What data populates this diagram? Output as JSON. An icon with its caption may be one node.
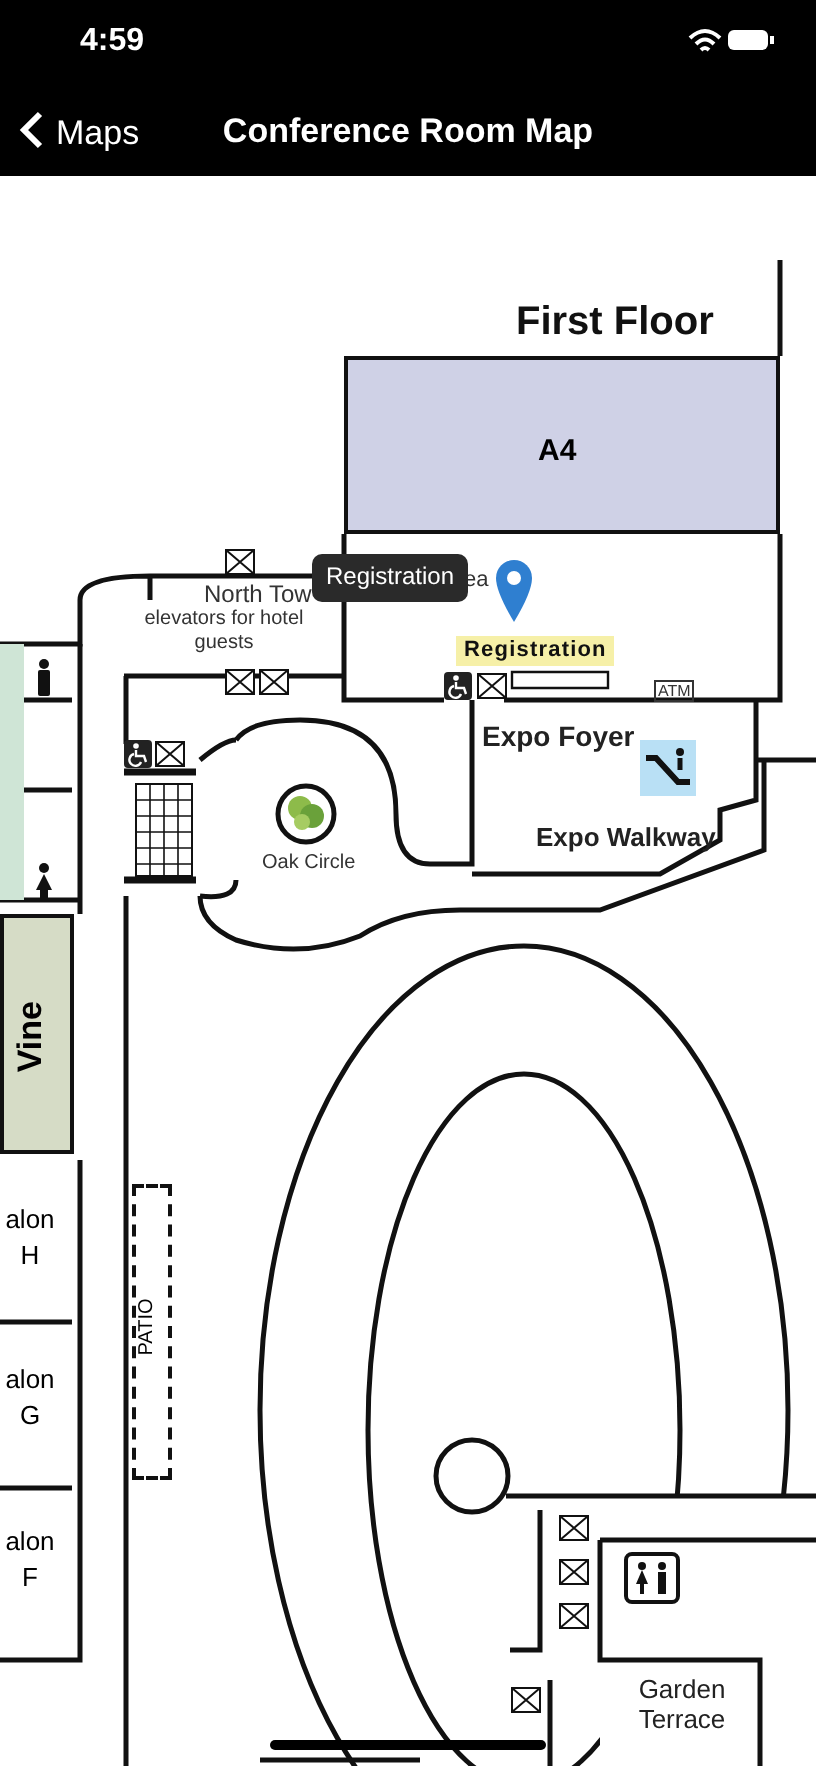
{
  "diagram": {
    "title": "Conference Room Map",
    "nodes": [
      {
        "text": [
          "A4"
        ]
      },
      {
        "text": [
          "Vine"
        ]
      },
      {
        "text": [
          "alon H"
        ]
      },
      {
        "text": [
          "alon G"
        ]
      },
      {
        "text": [
          "alon F"
        ]
      },
      {
        "text": [
          "PATIO"
        ]
      }
    ],
    "labels": [
      "4:59",
      "Maps",
      "First Floor",
      "North Tow",
      "ea",
      "Registration",
      "elevators for hotel guests",
      "Registration",
      "ATM",
      "Expo Foyer",
      "Oak Circle",
      "Expo Walkway",
      "Garden Terrace"
    ]
  }
}
